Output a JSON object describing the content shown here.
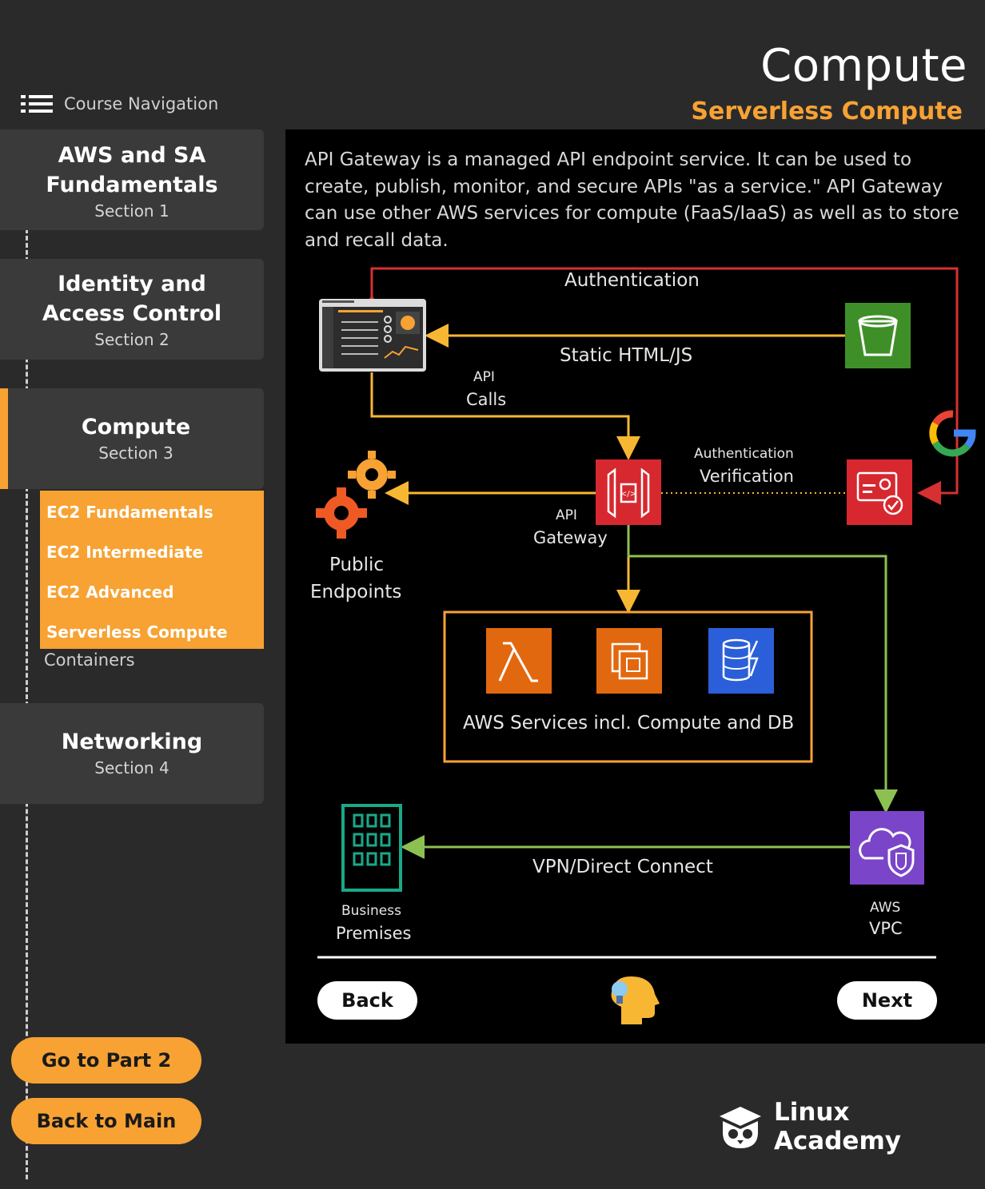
{
  "header": {
    "title": "Compute",
    "subtitle": "Serverless Compute"
  },
  "sidebar": {
    "nav_label": "Course Navigation",
    "sections": [
      {
        "title": "AWS and SA Fundamentals",
        "sub": "Section 1"
      },
      {
        "title": "Identity and Access Control",
        "sub": "Section 2"
      },
      {
        "title": "Compute",
        "sub": "Section 3"
      },
      {
        "title": "Networking",
        "sub": "Section 4"
      }
    ],
    "submenu": [
      "EC2 Fundamentals",
      "EC2 Intermediate",
      "EC2 Advanced",
      "Serverless Compute"
    ],
    "submenu_after": "Containers",
    "go_part2": "Go to Part 2",
    "back_main": "Back to Main"
  },
  "main": {
    "description": "API Gateway is a managed API endpoint service. It can be used to create, publish, monitor, and secure APIs \"as a service.\" API Gateway can use other AWS services for compute (FaaS/IaaS) as well as to store and recall data.",
    "labels": {
      "authentication": "Authentication",
      "static_html": "Static HTML/JS",
      "api_calls_top": "API",
      "api_calls_bottom": "Calls",
      "auth_verif_top": "Authentication",
      "auth_verif_bottom": "Verification",
      "api_gw_top": "API",
      "api_gw_bottom": "Gateway",
      "public_top": "Public",
      "public_bottom": "Endpoints",
      "aws_services": "AWS Services incl. Compute and DB",
      "vpn": "VPN/Direct Connect",
      "business_top": "Business",
      "business_bottom": "Premises",
      "vpc_top": "AWS",
      "vpc_bottom": "VPC"
    },
    "back": "Back",
    "next": "Next"
  },
  "brand": "Linux Academy",
  "colors": {
    "accent": "#f7a233",
    "red": "#d63031",
    "green": "#8cc152",
    "yellow": "#f7b733"
  }
}
